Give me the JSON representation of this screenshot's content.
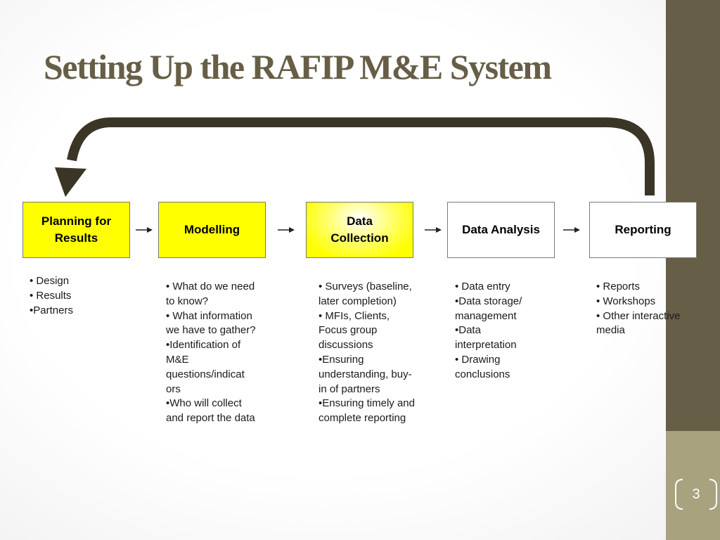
{
  "slide": {
    "title": "Setting Up the RAFIP M&E System",
    "page_number": "3"
  },
  "flow": {
    "steps": [
      {
        "label": "Planning for Results",
        "fill": "#ffff00",
        "bullets": [
          "• Design",
          "• Results",
          "•Partners"
        ]
      },
      {
        "label": "Modelling",
        "fill": "#ffff00",
        "bullets": [
          "• What do we need to know?",
          "• What information we have to gather?",
          "•Identification of M&E questions/indicat ors",
          "•Who will collect and report the data"
        ]
      },
      {
        "label": "Data Collection",
        "fill": "#ffff00",
        "bullets": [
          "• Surveys (baseline, later completion)",
          "• MFIs, Clients, Focus group discussions",
          "•Ensuring understanding, buy-in of partners",
          "•Ensuring timely and complete reporting"
        ]
      },
      {
        "label": "Data Analysis",
        "fill": "#ffffff",
        "bullets": [
          "• Data entry",
          "•Data storage/ management",
          "•Data interpretation",
          "• Drawing conclusions"
        ]
      },
      {
        "label": "Reporting",
        "fill": "#ffffff",
        "bullets": [
          "• Reports",
          "• Workshops",
          "• Other interactive media"
        ]
      }
    ]
  },
  "colors": {
    "title": "#665e46",
    "sidebar": "#665e46",
    "sidebar_band": "#a8a27e",
    "feedback_arrow": "#3a3526",
    "highlight": "#ffff00"
  },
  "icons": {
    "feedback_arrow": "curved-feedback-arrow",
    "flow_arrow": "right-arrow"
  }
}
